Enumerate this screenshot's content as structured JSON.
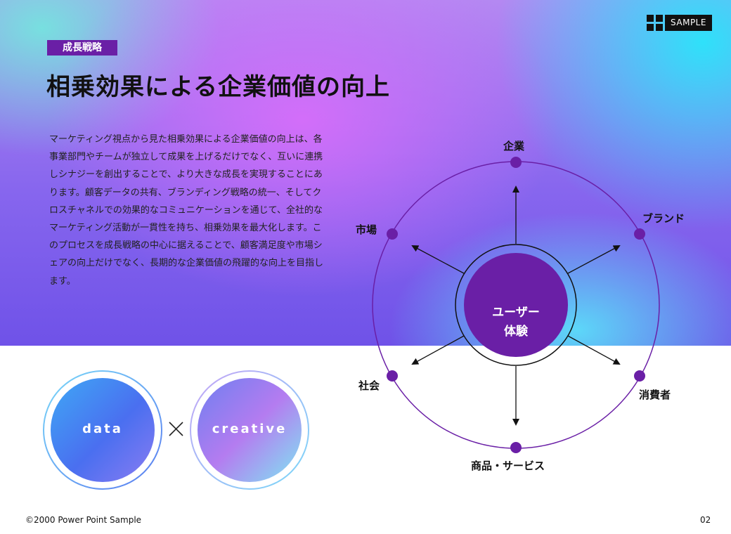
{
  "header": {
    "logo_text": "SAMPLE",
    "tag": "成長戦略",
    "title": "相乗効果による企業価値の向上"
  },
  "body_text": "マーケティング視点から見た相乗効果による企業価値の向上は、各事業部門やチームが独立して成果を上げるだけでなく、互いに連携しシナジーを創出することで、より大きな成長を実現することにあります。顧客データの共有、ブランディング戦略の統一、そしてクロスチャネルでの効果的なコミュニケーションを通じて、全社的なマーケティング活動が一貫性を持ち、相乗効果を最大化します。このプロセスを成長戦略の中心に据えることで、顧客満足度や市場シェアの向上だけでなく、長期的な企業価値の飛躍的な向上を目指します。",
  "diagram": {
    "center_line1": "ユーザー",
    "center_line2": "体験",
    "nodes": [
      "企業",
      "ブランド",
      "消費者",
      "商品・サービス",
      "社会",
      "市場"
    ]
  },
  "circles": {
    "left": "data",
    "times": "×",
    "right": "creative"
  },
  "footer": {
    "copyright": "©2000 Power Point Sample",
    "page_number": "02"
  },
  "colors": {
    "accent_purple": "#6a1fa6",
    "dot_purple": "#6a1fa6",
    "text_dark": "#111111"
  }
}
